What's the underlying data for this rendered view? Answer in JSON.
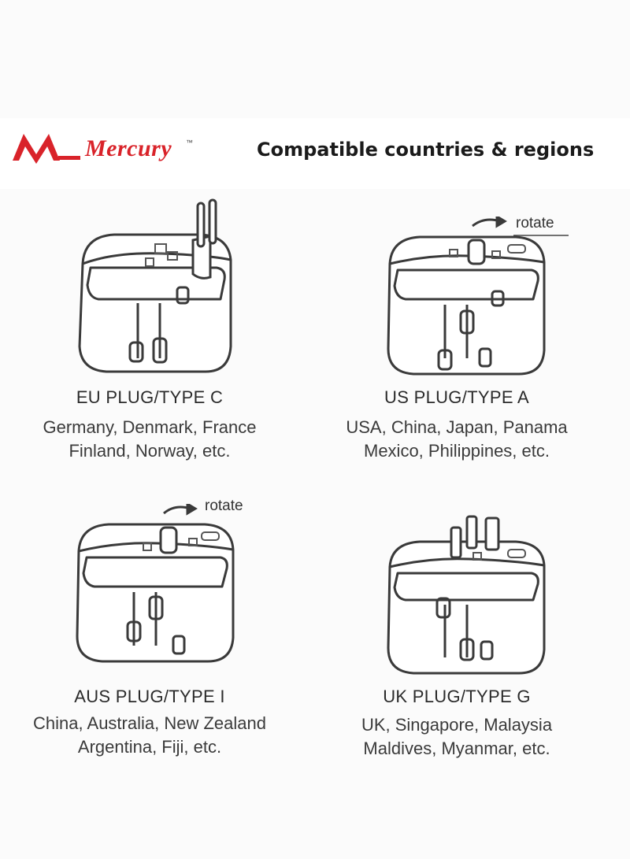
{
  "brand": {
    "name": "Mercury",
    "trademark": "™",
    "color": "#d9232a"
  },
  "headline": "Compatible countries & regions",
  "panels": [
    {
      "title": "EU PLUG/TYPE C",
      "line1": "Germany, Denmark, France",
      "line2": "Finland, Norway, etc.",
      "rotate": ""
    },
    {
      "title": "US PLUG/TYPE A",
      "line1": "USA, China, Japan, Panama",
      "line2": "Mexico, Philippines, etc.",
      "rotate": "rotate"
    },
    {
      "title": "AUS PLUG/TYPE I",
      "line1": "China, Australia, New Zealand",
      "line2": "Argentina, Fiji, etc.",
      "rotate": "rotate"
    },
    {
      "title": "UK PLUG/TYPE G",
      "line1": "UK, Singapore, Malaysia",
      "line2": "Maldives, Myanmar, etc.",
      "rotate": ""
    }
  ]
}
